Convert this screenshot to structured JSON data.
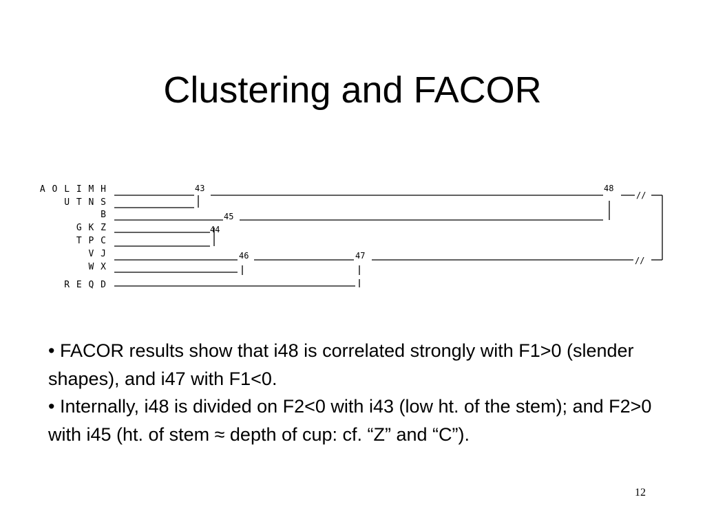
{
  "slide": {
    "title": "Clustering and FACOR",
    "page_number": "12"
  },
  "dendrogram": {
    "leaves": [
      "A O L I M H",
      "U T N S",
      "B",
      "G K Z",
      "T P C",
      "V J",
      "W X",
      "R E Q D"
    ],
    "nodes": [
      "43",
      "44",
      "45",
      "46",
      "47",
      "48"
    ],
    "break_marks": [
      "//",
      "//"
    ]
  },
  "bullets": [
    "• FACOR results show that i48 is correlated strongly with F1>0 (slender shapes), and i47 with F1<0.",
    "• Internally, i48 is divided on F2<0 with i43 (low ht. of the stem); and F2>0 with i45 (ht. of stem ≈ depth of cup: cf. “Z” and “C”)."
  ]
}
